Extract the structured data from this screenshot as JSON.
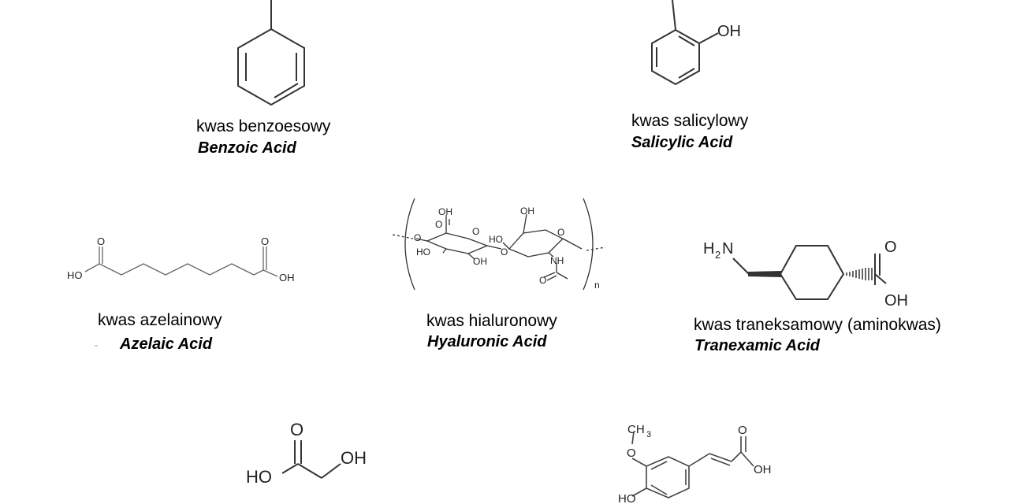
{
  "compounds": [
    {
      "pl_name": "kwas benzoesowy",
      "en_name": "Benzoic Acid"
    },
    {
      "pl_name": "kwas salicylowy",
      "en_name": "Salicylic Acid",
      "atoms": {
        "hydroxyl": "OH"
      }
    },
    {
      "pl_name": "kwas azelainowy",
      "en_name": "Azelaic Acid",
      "atoms": {
        "left_o": "O",
        "right_o": "O",
        "left_ho": "HO",
        "right_oh": "OH"
      }
    },
    {
      "pl_name": "kwas hialuronowy",
      "en_name": "Hyaluronic Acid",
      "atoms": {
        "cooh_oh": "OH",
        "cooh_o": "O",
        "ring_o1": "O",
        "ring_o2": "O",
        "link_o_left": "O",
        "link_o_mid": "O",
        "ho_left": "HO",
        "oh_bottom": "OH",
        "ho_mid": "HO",
        "ch2oh": "OH",
        "nh": "NH",
        "acetyl_o": "O",
        "repeat_n": "n"
      }
    },
    {
      "pl_name": "kwas traneksamowy (aminokwas)",
      "en_name": "Tranexamic Acid",
      "atoms": {
        "amine_h": "H",
        "amine_sub": "2",
        "amine_n": "N",
        "carbonyl_o": "O",
        "hydroxyl": "OH"
      }
    },
    {
      "atoms": {
        "carbonyl_o": "O",
        "ho": "HO",
        "oh": "OH"
      }
    },
    {
      "atoms": {
        "methyl_c": "CH",
        "methyl_sub": "3",
        "ether_o": "O",
        "carbonyl_o": "O",
        "acid_oh": "OH",
        "phenol_ho": "HO"
      }
    }
  ],
  "stray_mark": "-"
}
